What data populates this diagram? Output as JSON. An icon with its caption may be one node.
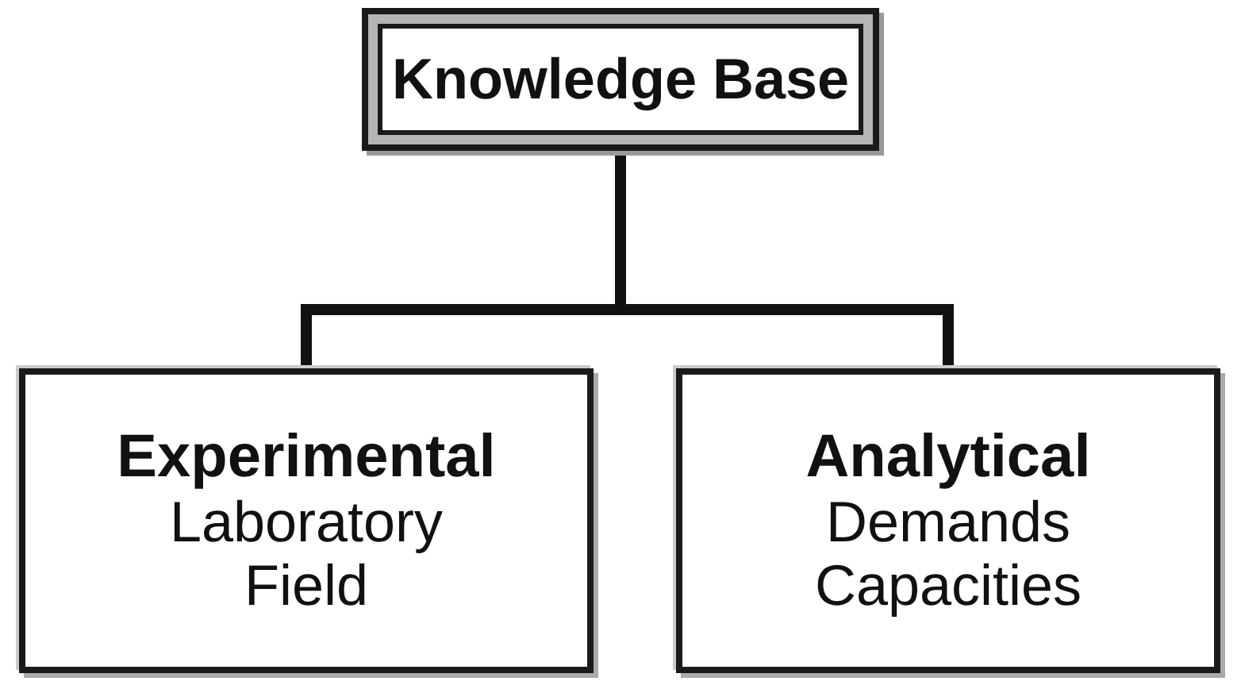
{
  "diagram": {
    "nodes": [
      {
        "text": [
          "Knowledge Base"
        ]
      },
      {
        "text": [
          "Experimental",
          "Laboratory",
          "Field"
        ]
      },
      {
        "text": [
          "Analytical",
          "Demands",
          "Capacities"
        ]
      }
    ],
    "edges": [
      {
        "from": 0,
        "to": 1,
        "arrow": "none"
      },
      {
        "from": 0,
        "to": 2,
        "arrow": "none"
      }
    ]
  }
}
